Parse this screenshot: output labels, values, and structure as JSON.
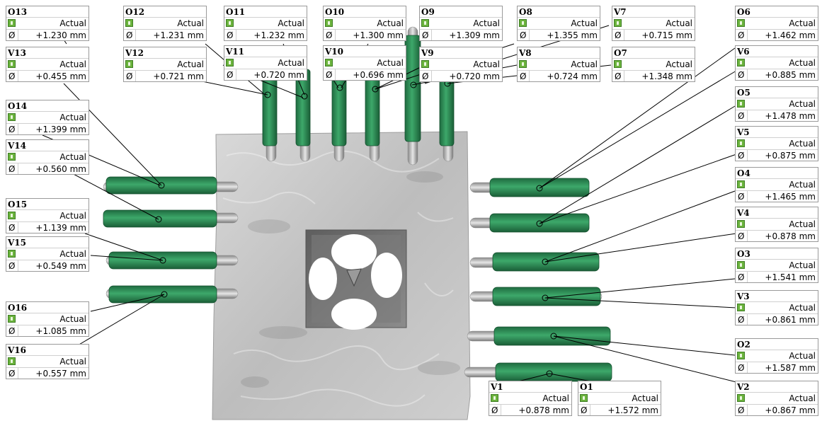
{
  "labels": {
    "actual": "Actual",
    "diameter_symbol": "Ø"
  },
  "colors": {
    "deviation_ok": "#6bb33d",
    "cylinder": "#2e8a55",
    "part": "#c6c6c6"
  },
  "callouts": [
    {
      "id": "O13",
      "value": "+1.230 mm"
    },
    {
      "id": "V13",
      "value": "+0.455 mm"
    },
    {
      "id": "O14",
      "value": "+1.399 mm"
    },
    {
      "id": "V14",
      "value": "+0.560 mm"
    },
    {
      "id": "O15",
      "value": "+1.139 mm"
    },
    {
      "id": "V15",
      "value": "+0.549 mm"
    },
    {
      "id": "O16",
      "value": "+1.085 mm"
    },
    {
      "id": "V16",
      "value": "+0.557 mm"
    },
    {
      "id": "O12",
      "value": "+1.231 mm"
    },
    {
      "id": "V12",
      "value": "+0.721 mm"
    },
    {
      "id": "O11",
      "value": "+1.232 mm"
    },
    {
      "id": "V11",
      "value": "+0.720 mm"
    },
    {
      "id": "O10",
      "value": "+1.300 mm"
    },
    {
      "id": "V10",
      "value": "+0.696 mm"
    },
    {
      "id": "O9",
      "value": "+1.309 mm"
    },
    {
      "id": "V9",
      "value": "+0.720 mm"
    },
    {
      "id": "O8",
      "value": "+1.355 mm"
    },
    {
      "id": "V8",
      "value": "+0.724 mm"
    },
    {
      "id": "V7",
      "value": "+0.715 mm"
    },
    {
      "id": "O7",
      "value": "+1.348 mm"
    },
    {
      "id": "O6",
      "value": "+1.462 mm"
    },
    {
      "id": "V6",
      "value": "+0.885 mm"
    },
    {
      "id": "O5",
      "value": "+1.478 mm"
    },
    {
      "id": "V5",
      "value": "+0.875 mm"
    },
    {
      "id": "O4",
      "value": "+1.465 mm"
    },
    {
      "id": "V4",
      "value": "+0.878 mm"
    },
    {
      "id": "O3",
      "value": "+1.541 mm"
    },
    {
      "id": "V3",
      "value": "+0.861 mm"
    },
    {
      "id": "O2",
      "value": "+1.587 mm"
    },
    {
      "id": "V2",
      "value": "+0.867 mm"
    },
    {
      "id": "V1",
      "value": "+0.878 mm"
    },
    {
      "id": "O1",
      "value": "+1.572 mm"
    }
  ]
}
